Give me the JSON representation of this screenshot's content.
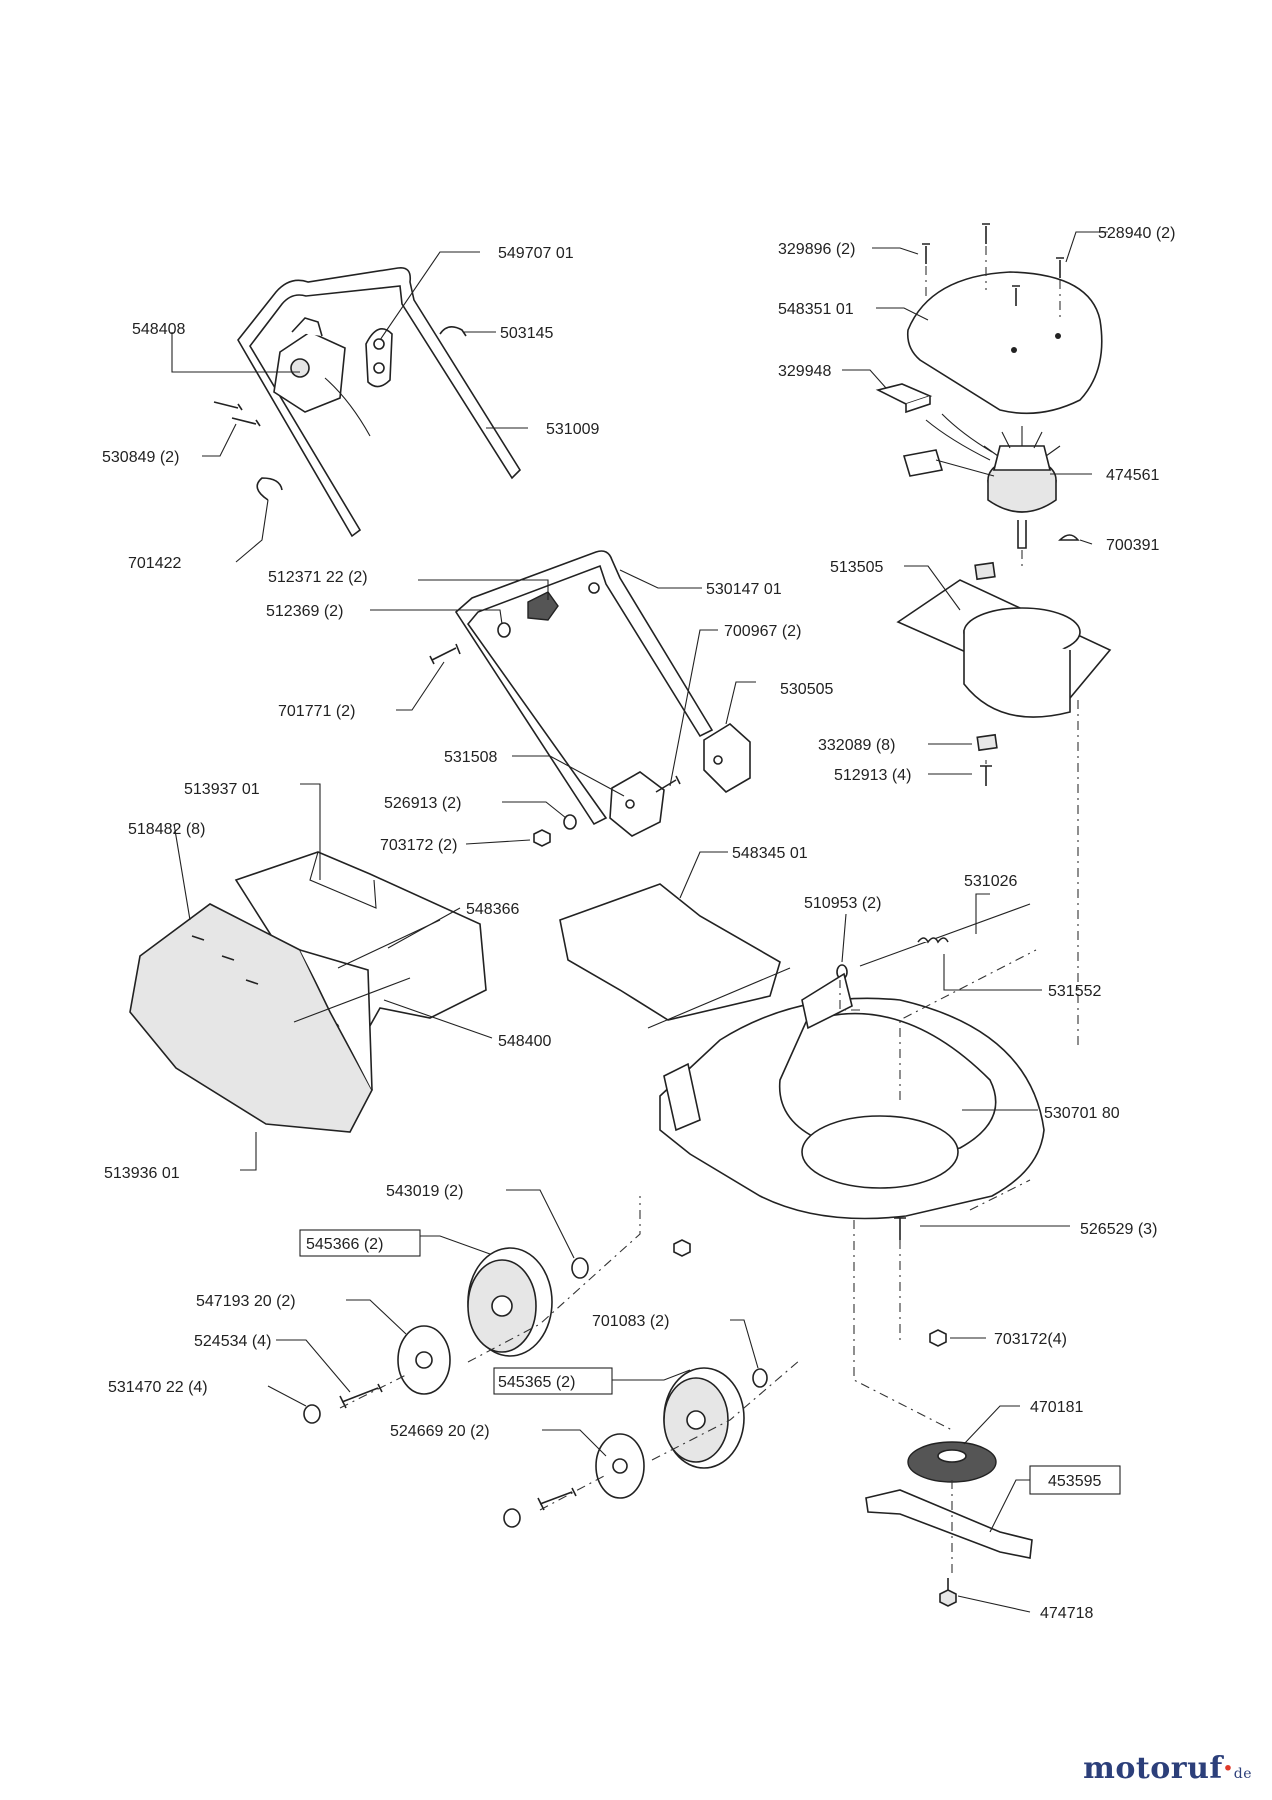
{
  "labels": {
    "l549707": "549707 01",
    "l548408": "548408",
    "l503145": "503145",
    "l531009": "531009",
    "l530849": "530849 (2)",
    "l701422": "701422",
    "l329896": "329896 (2)",
    "l528940": "528940 (2)",
    "l548351": "548351 01",
    "l329948": "329948",
    "l474561": "474561",
    "l700391": "700391",
    "l513505": "513505",
    "l512371": "512371 22 (2)",
    "l512369": "512369 (2)",
    "l530147": "530147 01",
    "l700967": "700967 (2)",
    "l530505": "530505",
    "l701771": "701771 (2)",
    "l531508": "531508",
    "l332089": "332089 (8)",
    "l512913": "512913 (4)",
    "l513937": "513937 01",
    "l518482": "518482 (8)",
    "l526913": "526913 (2)",
    "l703172a": "703172 (2)",
    "l548345": "548345 01",
    "l531026": "531026",
    "l548366": "548366",
    "l510953": "510953 (2)",
    "l531552": "531552",
    "l548400": "548400",
    "l530701": "530701 80",
    "l513936": "513936 01",
    "l543019": "543019 (2)",
    "l526529": "526529 (3)",
    "l545366": "545366 (2)",
    "l547193": "547193 20 (2)",
    "l701083": "701083 (2)",
    "l703172b": "703172(4)",
    "l524534": "524534 (4)",
    "l545365": "545365 (2)",
    "l531470": "531470 22 (4)",
    "l470181": "470181",
    "l524669": "524669 20 (2)",
    "l453595": "453595",
    "l474718": "474718"
  },
  "logo": {
    "name": "motoruf",
    "dot": "·",
    "tld": "de"
  },
  "colors": {
    "logo": "#2c3f7a",
    "logo_dot": "#e03a2a",
    "lines": "#222222"
  }
}
